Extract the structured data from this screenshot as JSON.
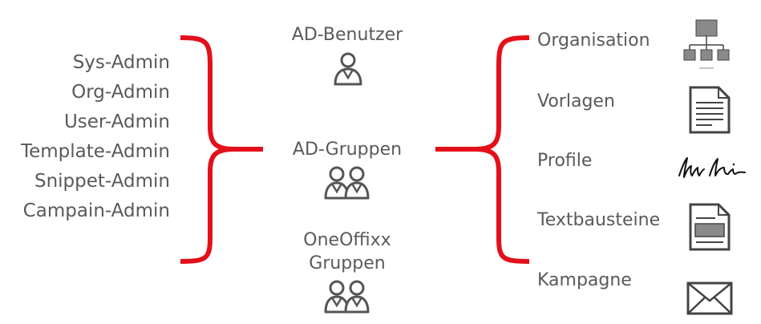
{
  "roles": [
    "Sys-Admin",
    "Org-Admin",
    "User-Admin",
    "Template-Admin",
    "Snippet-Admin",
    "Campain-Admin"
  ],
  "center": {
    "ad_users": "AD-Benutzer",
    "ad_groups": "AD-Gruppen",
    "oneoffixx_line1": "OneOffixx",
    "oneoffixx_line2": "Gruppen"
  },
  "targets": [
    "Organisation",
    "Vorlagen",
    "Profile",
    "Textbausteine",
    "Kampagne"
  ],
  "colors": {
    "accent": "#e3101a",
    "text": "#5a5a5a",
    "icon": "#555555"
  },
  "icons": {
    "ad_users": "user-icon",
    "ad_groups": "user-group-icon",
    "oneoffixx": "user-group-icon",
    "organisation": "org-chart-icon",
    "vorlagen": "document-icon",
    "profile": "signature-icon",
    "textbausteine": "text-block-document-icon",
    "kampagne": "envelope-icon"
  }
}
